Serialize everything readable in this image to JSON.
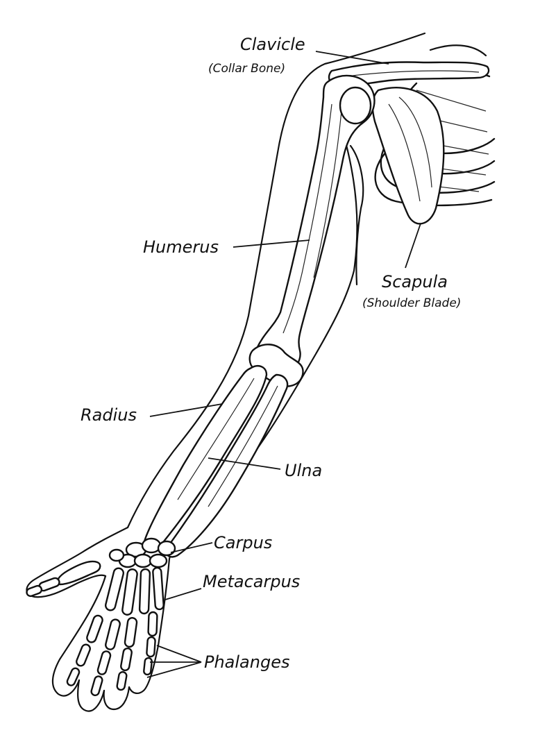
{
  "labels": {
    "clavicle": "Clavicle",
    "clavicle_common": "(Collar Bone)",
    "humerus": "Humerus",
    "scapula": "Scapula",
    "scapula_common": "(Shoulder Blade)",
    "radius": "Radius",
    "ulna": "Ulna",
    "carpus": "Carpus",
    "metacarpus": "Metacarpus",
    "phalanges": "Phalanges"
  }
}
